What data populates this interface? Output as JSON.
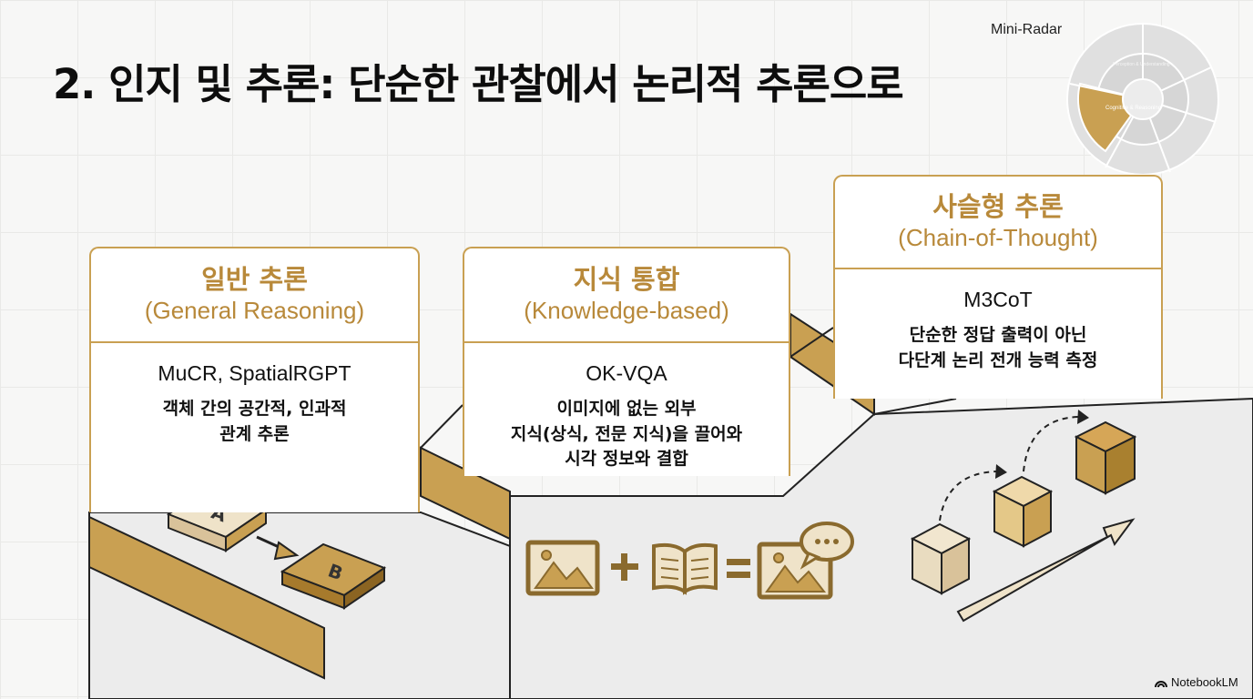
{
  "title": "2. 인지 및 추론: 단순한 관찰에서 논리적 추론으로",
  "mini_radar": {
    "label": "Mini-Radar",
    "highlight_label": "Cognitive & Reasoning",
    "other_label": "Perception & Understanding"
  },
  "cards": [
    {
      "title_ko": "일반 추론",
      "title_en": "(General Reasoning)",
      "datasets": "MuCR, SpatialRGPT",
      "description": "객체 간의 공간적, 인과적\n관계 추론",
      "illustration": {
        "box_a": "A",
        "box_b": "B"
      }
    },
    {
      "title_ko": "지식 통합",
      "title_en": "(Knowledge-based)",
      "datasets": "OK-VQA",
      "description": "이미지에 없는 외부\n지식(상식, 전문 지식)을 끌어와\n시각 정보와 결합",
      "illustration": {
        "icons": [
          "image-icon",
          "plus-icon",
          "book-icon",
          "equals-icon",
          "image-speech-icon"
        ]
      }
    },
    {
      "title_ko": "사슬형 추론",
      "title_en": "(Chain-of-Thought)",
      "datasets": "M3CoT",
      "description": "단순한 정답 출력이 아닌\n다단계 논리 전개 능력 측정",
      "illustration": {
        "icons": [
          "cube-icon",
          "cube-icon",
          "cube-icon",
          "arrow-up-right-icon"
        ]
      }
    }
  ],
  "colors": {
    "gold": "#c9a052",
    "gold_dark": "#b8893a",
    "cream": "#efe3c9",
    "floor": "#ececec"
  },
  "brand": "NotebookLM"
}
